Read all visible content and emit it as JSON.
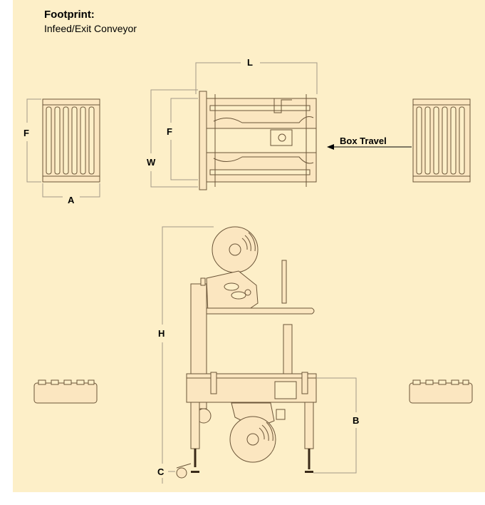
{
  "header": {
    "title": "Footprint:",
    "subtitle": "Infeed/Exit Conveyor"
  },
  "labels": {
    "conveyor_length": "F",
    "conveyor_width": "A",
    "machine_length": "L",
    "machine_width": "W",
    "machine_f": "F",
    "box_travel": "Box Travel",
    "height": "H",
    "bed_height": "B",
    "caster": "C"
  },
  "colors": {
    "panel": "#FDEFC8",
    "part": "#FBE6C0",
    "line": "#6B5538",
    "dim": "#A39888",
    "dark": "#3A2A18"
  }
}
